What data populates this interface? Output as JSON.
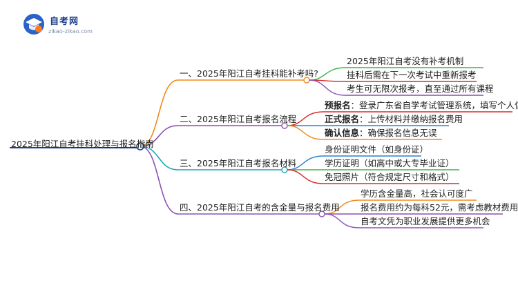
{
  "logo": {
    "name": "自考网",
    "url": "zikao-zikao.com"
  },
  "colors": {
    "root": "#1f3f8f",
    "orange": "#f08a1c",
    "purple": "#8c4fb3",
    "teal": "#17a8b5",
    "violet": "#8a52b8",
    "green": "#3bb54a",
    "red": "#d92b2b",
    "blue": "#2c7fd2"
  },
  "mindmap": {
    "root": "2025年阳江自考挂科处理与报名指南",
    "branches": [
      {
        "label": "一、2025年阳江自考挂科能补考吗?",
        "items": [
          {
            "text": "2025年阳江自考没有补考机制"
          },
          {
            "text": "挂科后需在下一次考试中重新报考"
          },
          {
            "text": "考生可无限次报考，直至通过所有课程"
          }
        ]
      },
      {
        "label": "二、2025年阳江自考报名流程",
        "items": [
          {
            "head": "预报名",
            "text": "：登录广东省自学考试管理系统，填写个人信息"
          },
          {
            "head": "正式报名",
            "text": "：上传材料并缴纳报名费用"
          },
          {
            "head": "确认信息",
            "text": "：确保报名信息无误"
          }
        ]
      },
      {
        "label": "三、2025年阳江自考报名材料",
        "items": [
          {
            "text": "身份证明文件（如身份证）"
          },
          {
            "text": "学历证明（如高中或大专毕业证）"
          },
          {
            "text": "免冠照片（符合规定尺寸和格式）"
          }
        ]
      },
      {
        "label": "四、2025年阳江自考的含金量与报名费用",
        "items": [
          {
            "text": "学历含金量高，社会认可度广"
          },
          {
            "text": "报名费用约为每科52元，需考虑教材费用"
          },
          {
            "text": "自考文凭为职业发展提供更多机会"
          }
        ]
      }
    ]
  }
}
